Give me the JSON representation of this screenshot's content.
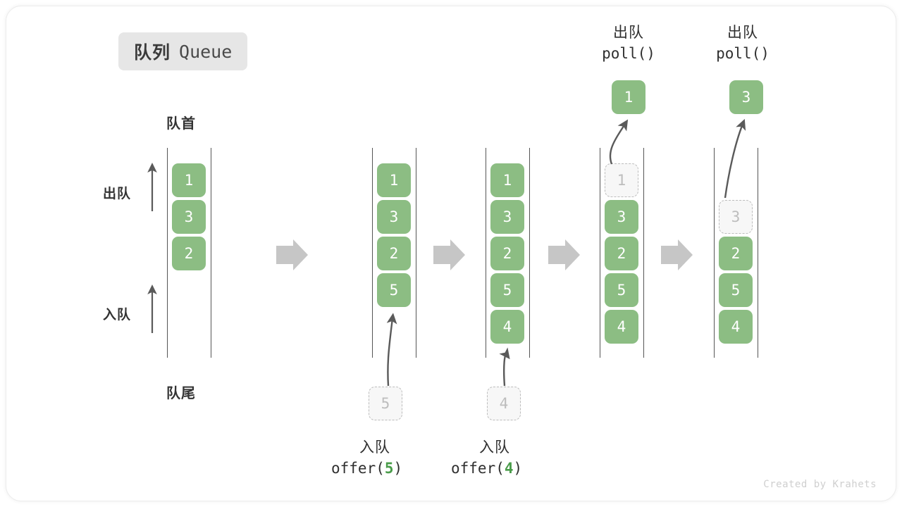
{
  "title": {
    "cn": "队列",
    "en": "Queue"
  },
  "labels": {
    "head": "队首",
    "tail": "队尾",
    "dequeue": "出队",
    "enqueue": "入队"
  },
  "colors": {
    "element_green": "#8cbd83",
    "ghost_fill": "#f7f7f7",
    "ghost_border": "#bcbcbc",
    "rail": "#555555",
    "flow_arrow": "#c6c6c6",
    "badge_bg": "#e6e6e6",
    "code_arg_green": "#4a9c4a"
  },
  "credit": "Created by Krahets",
  "columns": [
    {
      "id": "initial",
      "name": "initial-queue",
      "cells": [
        {
          "value": "1",
          "state": "solid"
        },
        {
          "value": "3",
          "state": "solid"
        },
        {
          "value": "2",
          "state": "solid"
        }
      ]
    },
    {
      "id": "after-offer-5",
      "name": "queue-after-offer-5",
      "cells": [
        {
          "value": "1",
          "state": "solid"
        },
        {
          "value": "3",
          "state": "solid"
        },
        {
          "value": "2",
          "state": "solid"
        },
        {
          "value": "5",
          "state": "solid"
        }
      ],
      "incoming": {
        "value": "5",
        "state": "ghost"
      }
    },
    {
      "id": "after-offer-4",
      "name": "queue-after-offer-4",
      "cells": [
        {
          "value": "1",
          "state": "solid"
        },
        {
          "value": "3",
          "state": "solid"
        },
        {
          "value": "2",
          "state": "solid"
        },
        {
          "value": "5",
          "state": "solid"
        },
        {
          "value": "4",
          "state": "solid"
        }
      ],
      "incoming": {
        "value": "4",
        "state": "ghost"
      }
    },
    {
      "id": "after-poll-1",
      "name": "queue-after-poll-1",
      "cells": [
        {
          "value": "1",
          "state": "ghost"
        },
        {
          "value": "3",
          "state": "solid"
        },
        {
          "value": "2",
          "state": "solid"
        },
        {
          "value": "5",
          "state": "solid"
        },
        {
          "value": "4",
          "state": "solid"
        }
      ],
      "popped": {
        "value": "1"
      }
    },
    {
      "id": "after-poll-3",
      "name": "queue-after-poll-3",
      "cells": [
        {
          "value": "3",
          "state": "ghost"
        },
        {
          "value": "2",
          "state": "solid"
        },
        {
          "value": "5",
          "state": "solid"
        },
        {
          "value": "4",
          "state": "solid"
        }
      ],
      "popped": {
        "value": "3"
      }
    }
  ],
  "operations": {
    "offer5": {
      "cn": "入队",
      "code_prefix": "offer(",
      "arg": "5",
      "code_suffix": ")"
    },
    "offer4": {
      "cn": "入队",
      "code_prefix": "offer(",
      "arg": "4",
      "code_suffix": ")"
    },
    "poll1": {
      "cn": "出队",
      "code": "poll()"
    },
    "poll2": {
      "cn": "出队",
      "code": "poll()"
    }
  }
}
